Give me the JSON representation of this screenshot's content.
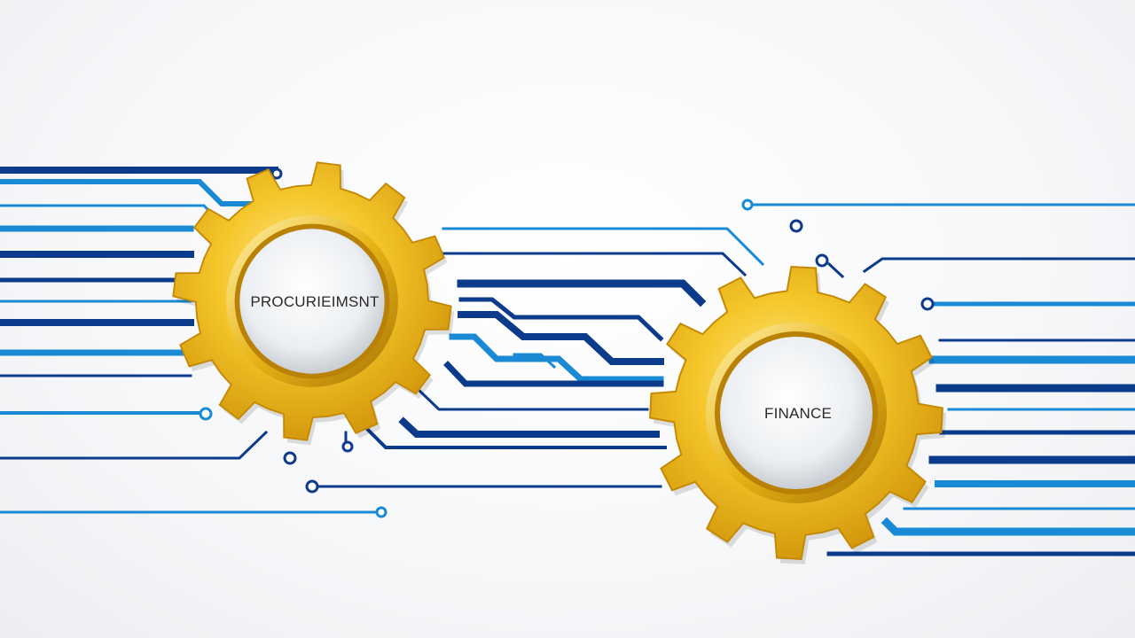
{
  "gears": [
    {
      "id": "left",
      "label": "PROCURIEIMSNT"
    },
    {
      "id": "right",
      "label": "FINANCE"
    }
  ],
  "colors": {
    "dark_blue": "#0c3b8c",
    "light_blue": "#1a8ad4",
    "gold": "#f2c21b",
    "gold_dark": "#d79e0c",
    "gold_light": "#ffe36a",
    "background": "#f6f7f9"
  }
}
